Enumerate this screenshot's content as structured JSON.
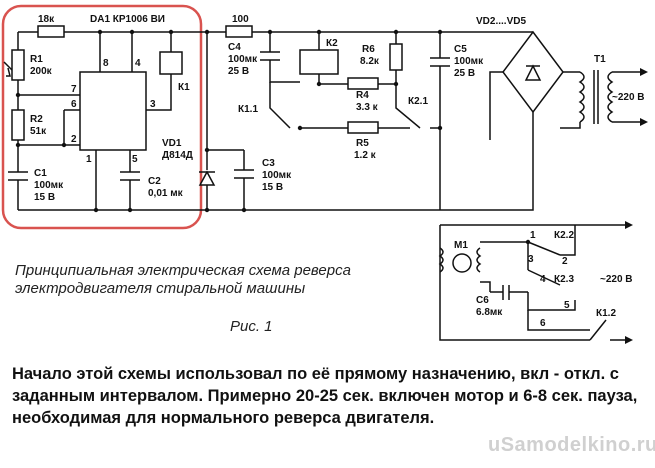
{
  "schematic": {
    "labels": {
      "ic": "DA1 КР1006 ВИ",
      "r_top": "18к",
      "r1": "R1",
      "r1_val": "200к",
      "r2": "R2",
      "r2_val": "51к",
      "c1": "C1",
      "c1_val1": "100мк",
      "c1_val2": "15 В",
      "c2": "C2",
      "c2_val": "0,01 мк",
      "k1": "К1",
      "vd1": "VD1",
      "vd1_val": "Д814Д",
      "r_100": "100",
      "c4": "C4",
      "c4_val1": "100мк",
      "c4_val2": "25 В",
      "k2": "К2",
      "r6": "R6",
      "r6_val": "8.2к",
      "r4": "R4",
      "r4_val": "3.3 к",
      "r5": "R5",
      "r5_val": "1.2 к",
      "k11": "К1.1",
      "k21": "К2.1",
      "c3": "C3",
      "c3_val1": "100мк",
      "c3_val2": "15 В",
      "c5": "C5",
      "c5_val1": "100мк",
      "c5_val2": "25 В",
      "vd25": "VD2....VD5",
      "t1": "T1",
      "v220a": "~220 В",
      "m1": "M1",
      "c6": "C6",
      "c6_val": "6.8мк",
      "k22": "К2.2",
      "k23": "К2.3",
      "k12": "К1.2",
      "v220b": "~220 В",
      "pins": [
        "8",
        "4",
        "7",
        "6",
        "2",
        "3",
        "1",
        "5"
      ],
      "sw_pins": [
        "1",
        "2",
        "3",
        "4",
        "5",
        "6"
      ]
    }
  },
  "caption": "Принципиальная электрическая схема реверса электродвигателя стиральной машины",
  "figure_label": "Рис. 1",
  "description": "Начало этой схемы использовал по её прямому назначению, вкл - откл. с заданным интервалом. Примерно 20-25 сек. включен мотор и 6-8 сек. пауза, необходимая для нормального реверса двигателя.",
  "watermark": "uSamodelkino.ru",
  "colors": {
    "highlight_box": "#d9534f",
    "ink": "#111111"
  }
}
